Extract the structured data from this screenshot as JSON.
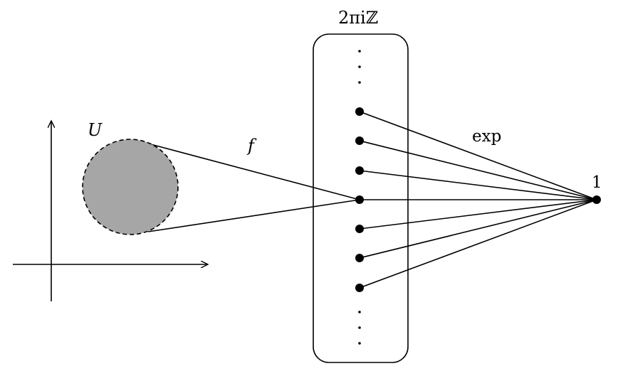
{
  "labels": {
    "set_label": "U",
    "map_label": "f",
    "lattice_label": "2πiℤ",
    "exp_label": "exp",
    "one_label": "1"
  },
  "colors": {
    "disk_fill": "#a6a6a6",
    "stroke": "#000000"
  },
  "lattice": {
    "visible_points": 7,
    "ellipsis_top": "⋮",
    "ellipsis_bottom": "⋮"
  }
}
